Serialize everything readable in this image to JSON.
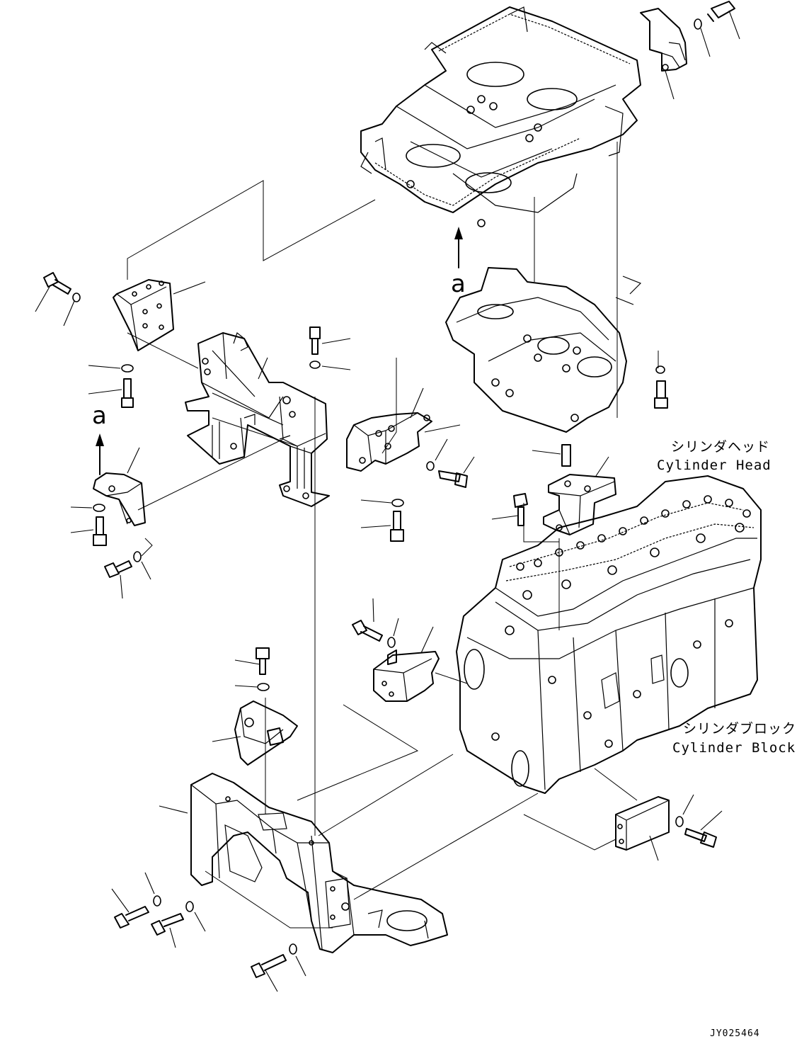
{
  "labels": {
    "cylinder_head_jp": "シリンダヘッド",
    "cylinder_head_en": "Cylinder Head",
    "cylinder_block_jp": "シリンダブロック",
    "cylinder_block_en": "Cylinder Block",
    "view_marker_top": "a",
    "view_marker_left": "a",
    "drawing_number": "JY025464"
  }
}
